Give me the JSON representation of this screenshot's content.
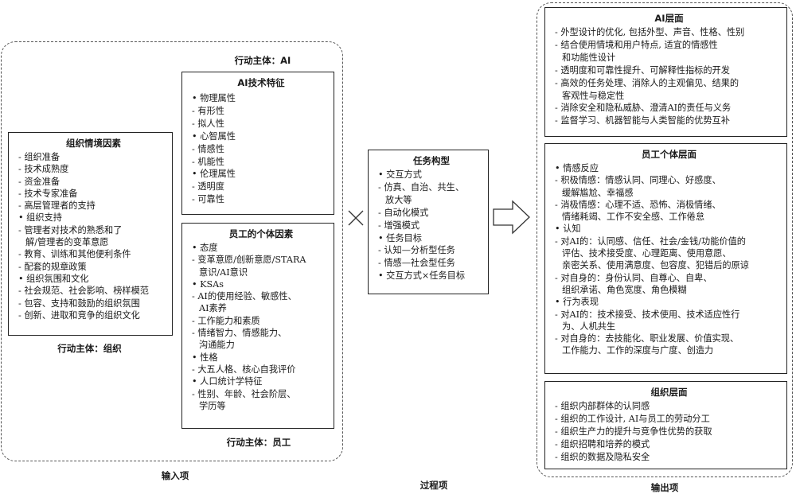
{
  "captions": {
    "input": "输入项",
    "process": "过程项",
    "output": "输出项"
  },
  "actors": {
    "ai": "行动主体：AI",
    "org": "行动主体：组织",
    "emp": "行动主体：员工"
  },
  "symbols": {
    "cross": "×"
  },
  "org_factors": {
    "title": "组织情境因素",
    "items": [
      {
        "t": "组织准备",
        "k": "dsh"
      },
      {
        "t": "技术成熟度",
        "k": "dsh"
      },
      {
        "t": "资金准备",
        "k": "dsh"
      },
      {
        "t": "技术专家准备",
        "k": "dsh"
      },
      {
        "t": "高层管理者的支持",
        "k": "dsh"
      },
      {
        "t": "组织支持",
        "k": "bul"
      },
      {
        "t": "管理者对技术的熟悉和了",
        "k": "dsh"
      },
      {
        "t": "解/管理者的变革意愿",
        "k": "cont"
      },
      {
        "t": "教育、训练和其他便利条件",
        "k": "dsh"
      },
      {
        "t": "配套的规章政策",
        "k": "dsh"
      },
      {
        "t": "组织氛围和文化",
        "k": "bul"
      },
      {
        "t": "社会规范、社会影响、榜样模范",
        "k": "dsh"
      },
      {
        "t": "包容、支持和鼓励的组织氛围",
        "k": "dsh"
      },
      {
        "t": "创新、进取和竞争的组织文化",
        "k": "dsh"
      }
    ]
  },
  "ai_features": {
    "title": "AI技术特征",
    "items": [
      {
        "t": "物理属性",
        "k": "bul"
      },
      {
        "t": "有形性",
        "k": "dsh"
      },
      {
        "t": "拟人性",
        "k": "dsh"
      },
      {
        "t": "心智属性",
        "k": "bul"
      },
      {
        "t": "情感性",
        "k": "dsh"
      },
      {
        "t": "机能性",
        "k": "dsh"
      },
      {
        "t": "伦理属性",
        "k": "bul"
      },
      {
        "t": "透明度",
        "k": "dsh"
      },
      {
        "t": "可靠性",
        "k": "dsh"
      }
    ]
  },
  "emp_factors": {
    "title": "员工的个体因素",
    "items": [
      {
        "t": "态度",
        "k": "bul"
      },
      {
        "t": "变革意愿/创新意愿/STARA",
        "k": "dsh"
      },
      {
        "t": "意识/AI意识",
        "k": "cont"
      },
      {
        "t": "KSAs",
        "k": "bul"
      },
      {
        "t": "AI的使用经验、敏感性、",
        "k": "dsh"
      },
      {
        "t": "AI素养",
        "k": "cont"
      },
      {
        "t": "工作能力和素质",
        "k": "dsh"
      },
      {
        "t": "情绪智力、情感能力、",
        "k": "dsh"
      },
      {
        "t": "沟通能力",
        "k": "cont"
      },
      {
        "t": "性格",
        "k": "bul"
      },
      {
        "t": "大五人格、核心自我评价",
        "k": "dsh"
      },
      {
        "t": "人口统计学特征",
        "k": "bul"
      },
      {
        "t": "性别、年龄、社会阶层、",
        "k": "dsh"
      },
      {
        "t": "学历等",
        "k": "cont"
      }
    ]
  },
  "task": {
    "title": "任务构型",
    "items": [
      {
        "t": "交互方式",
        "k": "bul"
      },
      {
        "t": "仿真、自治、共生、",
        "k": "dsh"
      },
      {
        "t": "放大等",
        "k": "cont"
      },
      {
        "t": "自动化模式",
        "k": "dsh"
      },
      {
        "t": "增强模式",
        "k": "dsh"
      },
      {
        "t": "任务目标",
        "k": "bul"
      },
      {
        "t": "认知—分析型任务",
        "k": "dsh"
      },
      {
        "t": "情感—社会型任务",
        "k": "dsh"
      },
      {
        "t": "交互方式×任务目标",
        "k": "bul"
      }
    ]
  },
  "ai_level": {
    "title": "AI层面",
    "items": [
      {
        "t": "外型设计的优化, 包括外型、声音、性格、性别",
        "k": "dsh"
      },
      {
        "t": "结合使用情境和用户特点, 适宜的情感性",
        "k": "dsh"
      },
      {
        "t": "和功能性设计",
        "k": "cont"
      },
      {
        "t": "透明度和可靠性提升、可解释性指标的开发",
        "k": "dsh"
      },
      {
        "t": "高效的任务处理、消除人的主观偏见、结果的",
        "k": "dsh"
      },
      {
        "t": "客观性与稳定性",
        "k": "cont"
      },
      {
        "t": "消除安全和隐私威胁、澄清AI的责任与义务",
        "k": "dsh"
      },
      {
        "t": "监督学习、机器智能与人类智能的优势互补",
        "k": "dsh"
      }
    ]
  },
  "emp_level": {
    "title": "员工个体层面",
    "items": [
      {
        "t": "情感反应",
        "k": "bul"
      },
      {
        "t": "积极情感：情感认同、同理心、好感度、",
        "k": "dsh"
      },
      {
        "t": "缓解尴尬、幸福感",
        "k": "cont"
      },
      {
        "t": "消极情感：心理不适、恐怖、消极情绪、",
        "k": "dsh"
      },
      {
        "t": "情绪耗竭、工作不安全感、工作倦怠",
        "k": "cont"
      },
      {
        "t": "认知",
        "k": "bul"
      },
      {
        "t": "对AI的：认同感、信任、社会/金钱/功能价值的",
        "k": "dsh"
      },
      {
        "t": "评估、技术接受度、心理距离、使用意愿、",
        "k": "cont"
      },
      {
        "t": "亲密关系、使用满意度、包容度、犯错后的原谅",
        "k": "cont"
      },
      {
        "t": "对自身的：身份认同、自尊心、自卑、",
        "k": "dsh"
      },
      {
        "t": "组织承诺、角色宽度、角色模糊",
        "k": "cont"
      },
      {
        "t": "行为表现",
        "k": "bul"
      },
      {
        "t": "对AI的：技术接受、技术使用、技术适应性行",
        "k": "dsh"
      },
      {
        "t": "为、人机共生",
        "k": "cont"
      },
      {
        "t": "对自身的：去技能化、职业发展、价值实现、",
        "k": "dsh"
      },
      {
        "t": "工作能力、工作的深度与广度、创造力",
        "k": "cont"
      }
    ]
  },
  "org_level": {
    "title": "组织层面",
    "items": [
      {
        "t": "组织内部群体的认同感",
        "k": "dsh"
      },
      {
        "t": "组织的工作设计, AI与员工的劳动分工",
        "k": "dsh"
      },
      {
        "t": "组织生产力的提升与竞争性优势的获取",
        "k": "dsh"
      },
      {
        "t": "组织招聘和培养的模式",
        "k": "dsh"
      },
      {
        "t": "组织的数据及隐私安全",
        "k": "dsh"
      }
    ]
  }
}
